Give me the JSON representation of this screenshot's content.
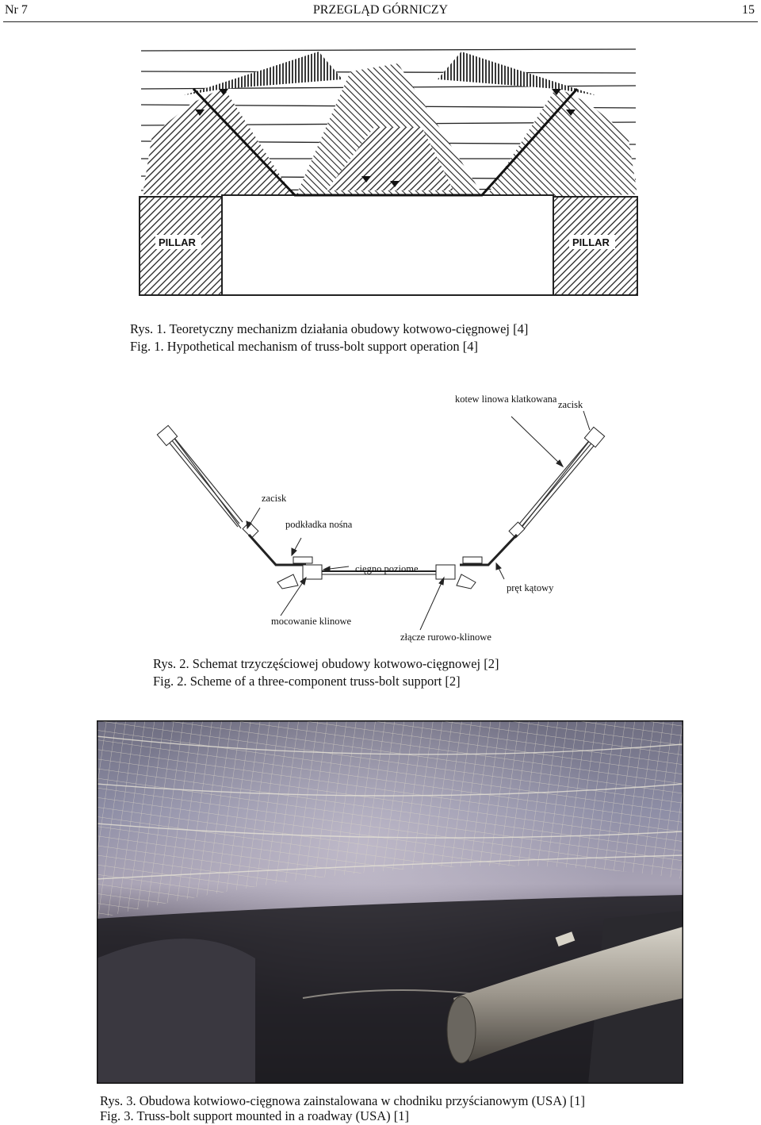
{
  "header": {
    "left": "Nr 7",
    "center": "PRZEGLĄD GÓRNICZY",
    "right": "15"
  },
  "figure1": {
    "caption_pl": "Rys. 1. Teoretyczny mechanizm działania obudowy kotwowo-cięgnowej [4]",
    "caption_en": "Fig. 1. Hypothetical mechanism of truss-bolt support operation [4]",
    "pillar_left": "PILLAR",
    "pillar_right": "PILLAR"
  },
  "figure2": {
    "labels": {
      "kotew": "kotew linowa klatkowana",
      "zacisk_right": "zacisk",
      "zacisk_left": "zacisk",
      "podkladka": "podkładka nośna",
      "ciegno": "cięgno poziome",
      "pret": "pręt kątowy",
      "mocowanie": "mocowanie klinowe",
      "zlacze": "złącze rurowo-klinowe"
    },
    "caption_pl": "Rys. 2. Schemat trzyczęściowej obudowy kotwowo-cięgnowej [2]",
    "caption_en": "Fig. 2. Scheme of a three-component truss-bolt support [2]"
  },
  "figure3": {
    "caption_pl": "Rys. 3. Obudowa kotwiowo-cięgnowa zainstalowana w chodniku przyścianowym (USA) [1]",
    "caption_en": "Fig. 3. Truss-bolt support mounted in a roadway (USA) [1]"
  }
}
